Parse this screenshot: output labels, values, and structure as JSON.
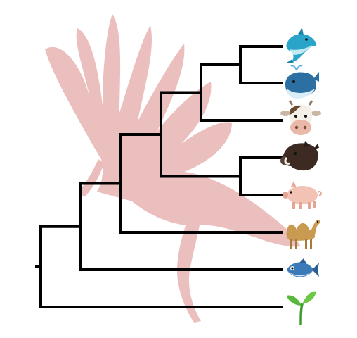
{
  "tree": {
    "line_color": "#000000",
    "watermark": {
      "icon": "flamingo-silhouette-icon",
      "color": "#ebbcbc"
    },
    "leaves": [
      {
        "id": "dolphin",
        "icon": "dolphin-icon"
      },
      {
        "id": "whale",
        "icon": "whale-icon"
      },
      {
        "id": "cow",
        "icon": "cow-face-icon"
      },
      {
        "id": "boar",
        "icon": "boar-icon"
      },
      {
        "id": "pig",
        "icon": "pig-icon"
      },
      {
        "id": "camel",
        "icon": "camel-icon"
      },
      {
        "id": "fish",
        "icon": "fish-icon"
      },
      {
        "id": "seedling",
        "icon": "seedling-icon"
      }
    ],
    "clades": [
      {
        "id": "cetacea",
        "children": [
          "dolphin",
          "whale"
        ]
      },
      {
        "id": "whippomorpha",
        "children": [
          "cetacea",
          "cow"
        ]
      },
      {
        "id": "suina",
        "children": [
          "boar",
          "pig"
        ]
      },
      {
        "id": "cetartiodactyla-core",
        "children": [
          "whippomorpha",
          "suina"
        ]
      },
      {
        "id": "artiodactyla",
        "children": [
          "cetartiodactyla-core",
          "camel"
        ]
      },
      {
        "id": "vertebrata",
        "children": [
          "artiodactyla",
          "fish"
        ]
      },
      {
        "id": "root",
        "children": [
          "vertebrata",
          "seedling"
        ]
      }
    ]
  }
}
